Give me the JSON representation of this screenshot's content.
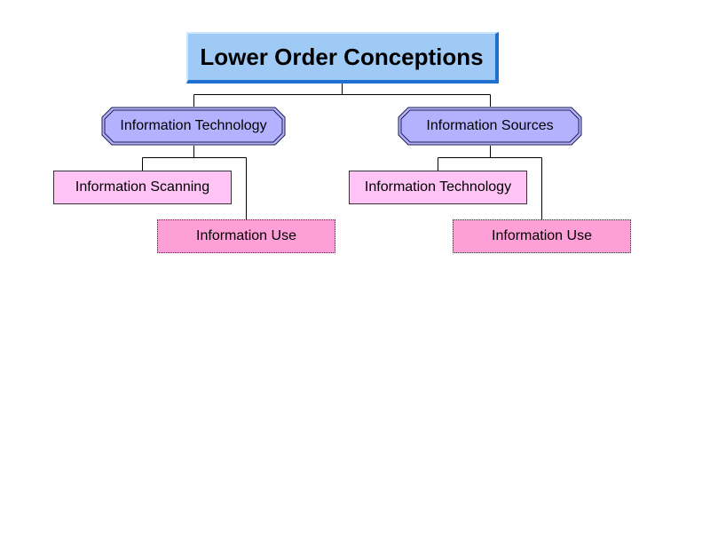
{
  "diagram": {
    "root": {
      "label": "Lower Order Conceptions"
    },
    "branches": [
      {
        "label": "Information Technology",
        "children": [
          {
            "label": "Information Scanning"
          },
          {
            "label": "Information Use"
          }
        ]
      },
      {
        "label": "Information Sources",
        "children": [
          {
            "label": "Information Technology"
          },
          {
            "label": "Information Use"
          }
        ]
      }
    ]
  },
  "colors": {
    "root_fill": "#9fcaf5",
    "root_shadow": "#1f6fd0",
    "branch_fill": "#b4b2ff",
    "leaf_fill": "#ffc4f5",
    "leaf_dotted_fill": "#ff9fd8",
    "connector": "#000000"
  }
}
